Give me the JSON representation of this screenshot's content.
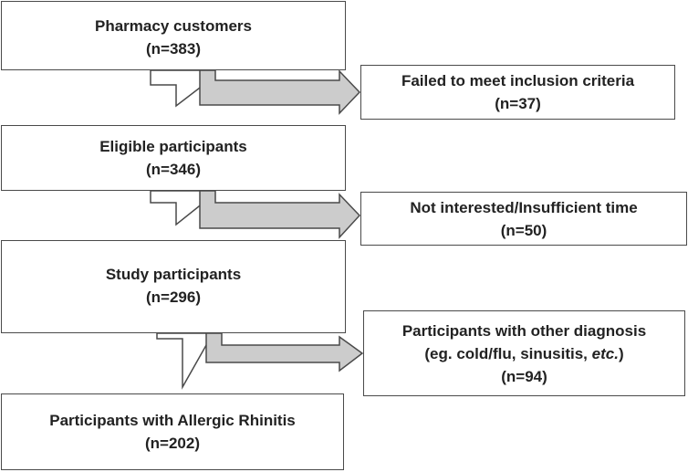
{
  "flow": {
    "pharmacy": {
      "label": "Pharmacy customers",
      "count": "(n=383)"
    },
    "eligible": {
      "label": "Eligible participants",
      "count": "(n=346)"
    },
    "study": {
      "label": "Study participants",
      "count": "(n=296)"
    },
    "allergic": {
      "label": "Participants with Allergic Rhinitis",
      "count": "(n=202)"
    }
  },
  "exclusions": {
    "failed": {
      "label": "Failed to meet inclusion criteria",
      "count": "(n=37)"
    },
    "not_interested": {
      "label": "Not interested/Insufficient time",
      "count": "(n=50)"
    },
    "other": {
      "label": "Participants with other diagnosis",
      "detail_prefix": "(eg. cold/flu, sinusitis, ",
      "detail_italic": "etc.",
      "detail_suffix": ")",
      "count": "(n=94)"
    }
  },
  "colors": {
    "border": "#4a4a4a",
    "side_arrow_fill": "#cccccc",
    "down_arrow_fill": "#ffffff"
  }
}
